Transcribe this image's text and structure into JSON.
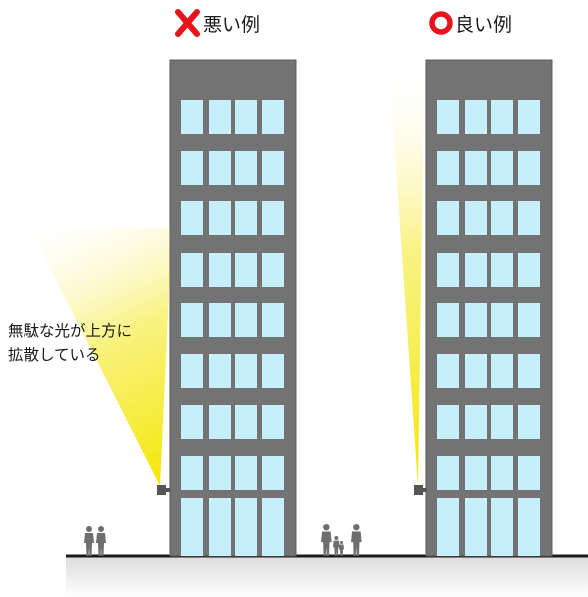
{
  "bad_example": {
    "icon": "cross-icon",
    "icon_color": "#e8141c",
    "label": "悪い例"
  },
  "good_example": {
    "icon": "circle-icon",
    "icon_color": "#e8141c",
    "label": "良い例"
  },
  "annotation": {
    "line1": "無駄な光が上方に",
    "line2": "拡散している"
  },
  "colors": {
    "building": "#737373",
    "building_edge": "#5e5e5e",
    "window": "#c7eefb",
    "light_beam": "#f3e600",
    "ground_line": "#1a1a1a",
    "people": "#6e6e6e"
  }
}
